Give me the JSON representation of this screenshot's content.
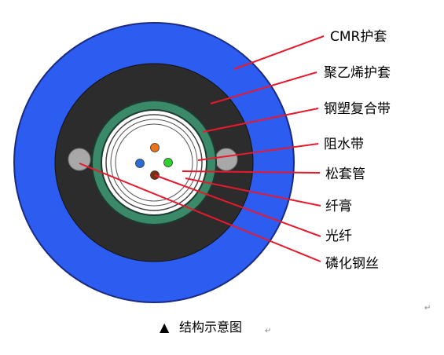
{
  "labels": {
    "cmr_sheath": "CMR护套",
    "pe_sheath": "聚乙烯护套",
    "steel_plastic_tape": "钢塑复合带",
    "water_blocking_tape": "阻水带",
    "loose_tube": "松套管",
    "fiber_gel": "纤膏",
    "optical_fiber": "光纤",
    "phosphated_steel_wire": "磷化钢丝"
  },
  "caption": {
    "symbol": "▲",
    "text": "结构示意图"
  },
  "colors": {
    "outer_sheath": "#2d5cf0",
    "inner_sheath": "#2c2c2c",
    "steel_plastic_tape": "#3a8a6a",
    "steel_wire": "#a8a8a8",
    "leader_line": "#e8192c",
    "fiber_orange": "#e8731a",
    "fiber_blue": "#2b6cd6",
    "fiber_green": "#2fd12f",
    "fiber_brown": "#7a3010"
  }
}
